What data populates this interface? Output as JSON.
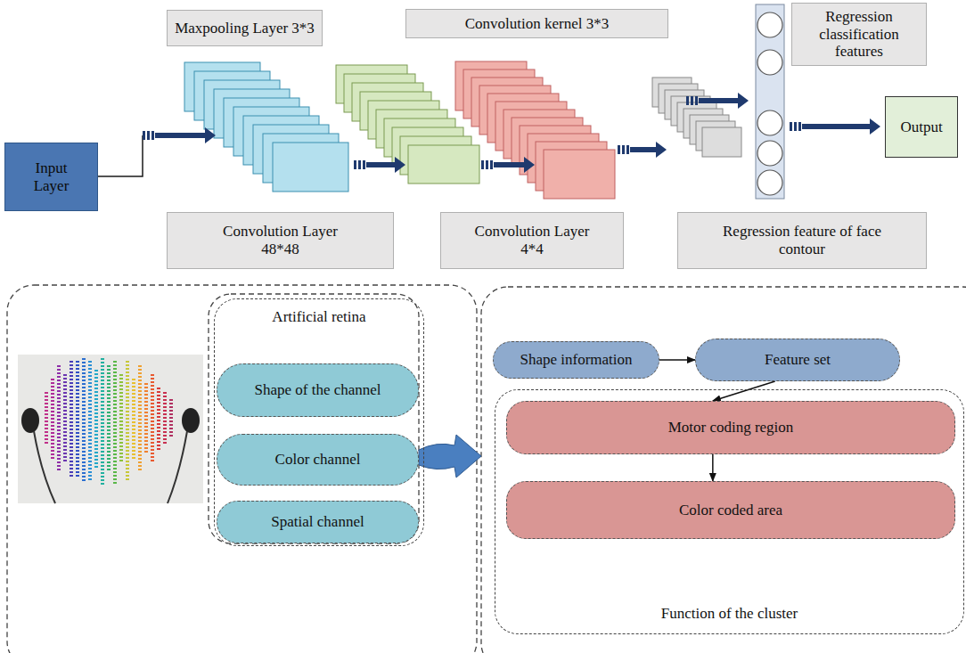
{
  "diagram": {
    "nodes": [
      {
        "text": [
          "Maxpooling Layer 3*3"
        ]
      },
      {
        "text": [
          "Convolution kernel 3*3"
        ]
      },
      {
        "text": [
          "Regression classification features"
        ]
      },
      {
        "text": [
          "Input Layer"
        ]
      },
      {
        "text": [
          "Output"
        ]
      },
      {
        "text": [
          "Convolution Layer 48*48"
        ]
      },
      {
        "text": [
          "Convolution Layer 4*4"
        ]
      },
      {
        "text": [
          "Regression feature of face contour"
        ]
      },
      {
        "text": [
          "Artificial retina"
        ]
      },
      {
        "text": [
          "Shape of the channel"
        ],
        "in": 8
      },
      {
        "text": [
          "Color channel"
        ],
        "in": 8
      },
      {
        "text": [
          "Spatial channel"
        ],
        "in": 8
      },
      {
        "text": [
          "Shape information"
        ]
      },
      {
        "text": [
          "Feature set"
        ]
      },
      {
        "text": [
          "Function of the cluster"
        ]
      },
      {
        "text": [
          "Motor coding region"
        ],
        "in": 14
      },
      {
        "text": [
          "Color coded area"
        ],
        "in": 14
      }
    ],
    "edges": [
      {
        "from": 12,
        "to": 13,
        "arrow": "to"
      },
      {
        "from": 13,
        "to": 15,
        "arrow": "to"
      },
      {
        "from": 15,
        "to": 16,
        "arrow": "to"
      }
    ]
  }
}
